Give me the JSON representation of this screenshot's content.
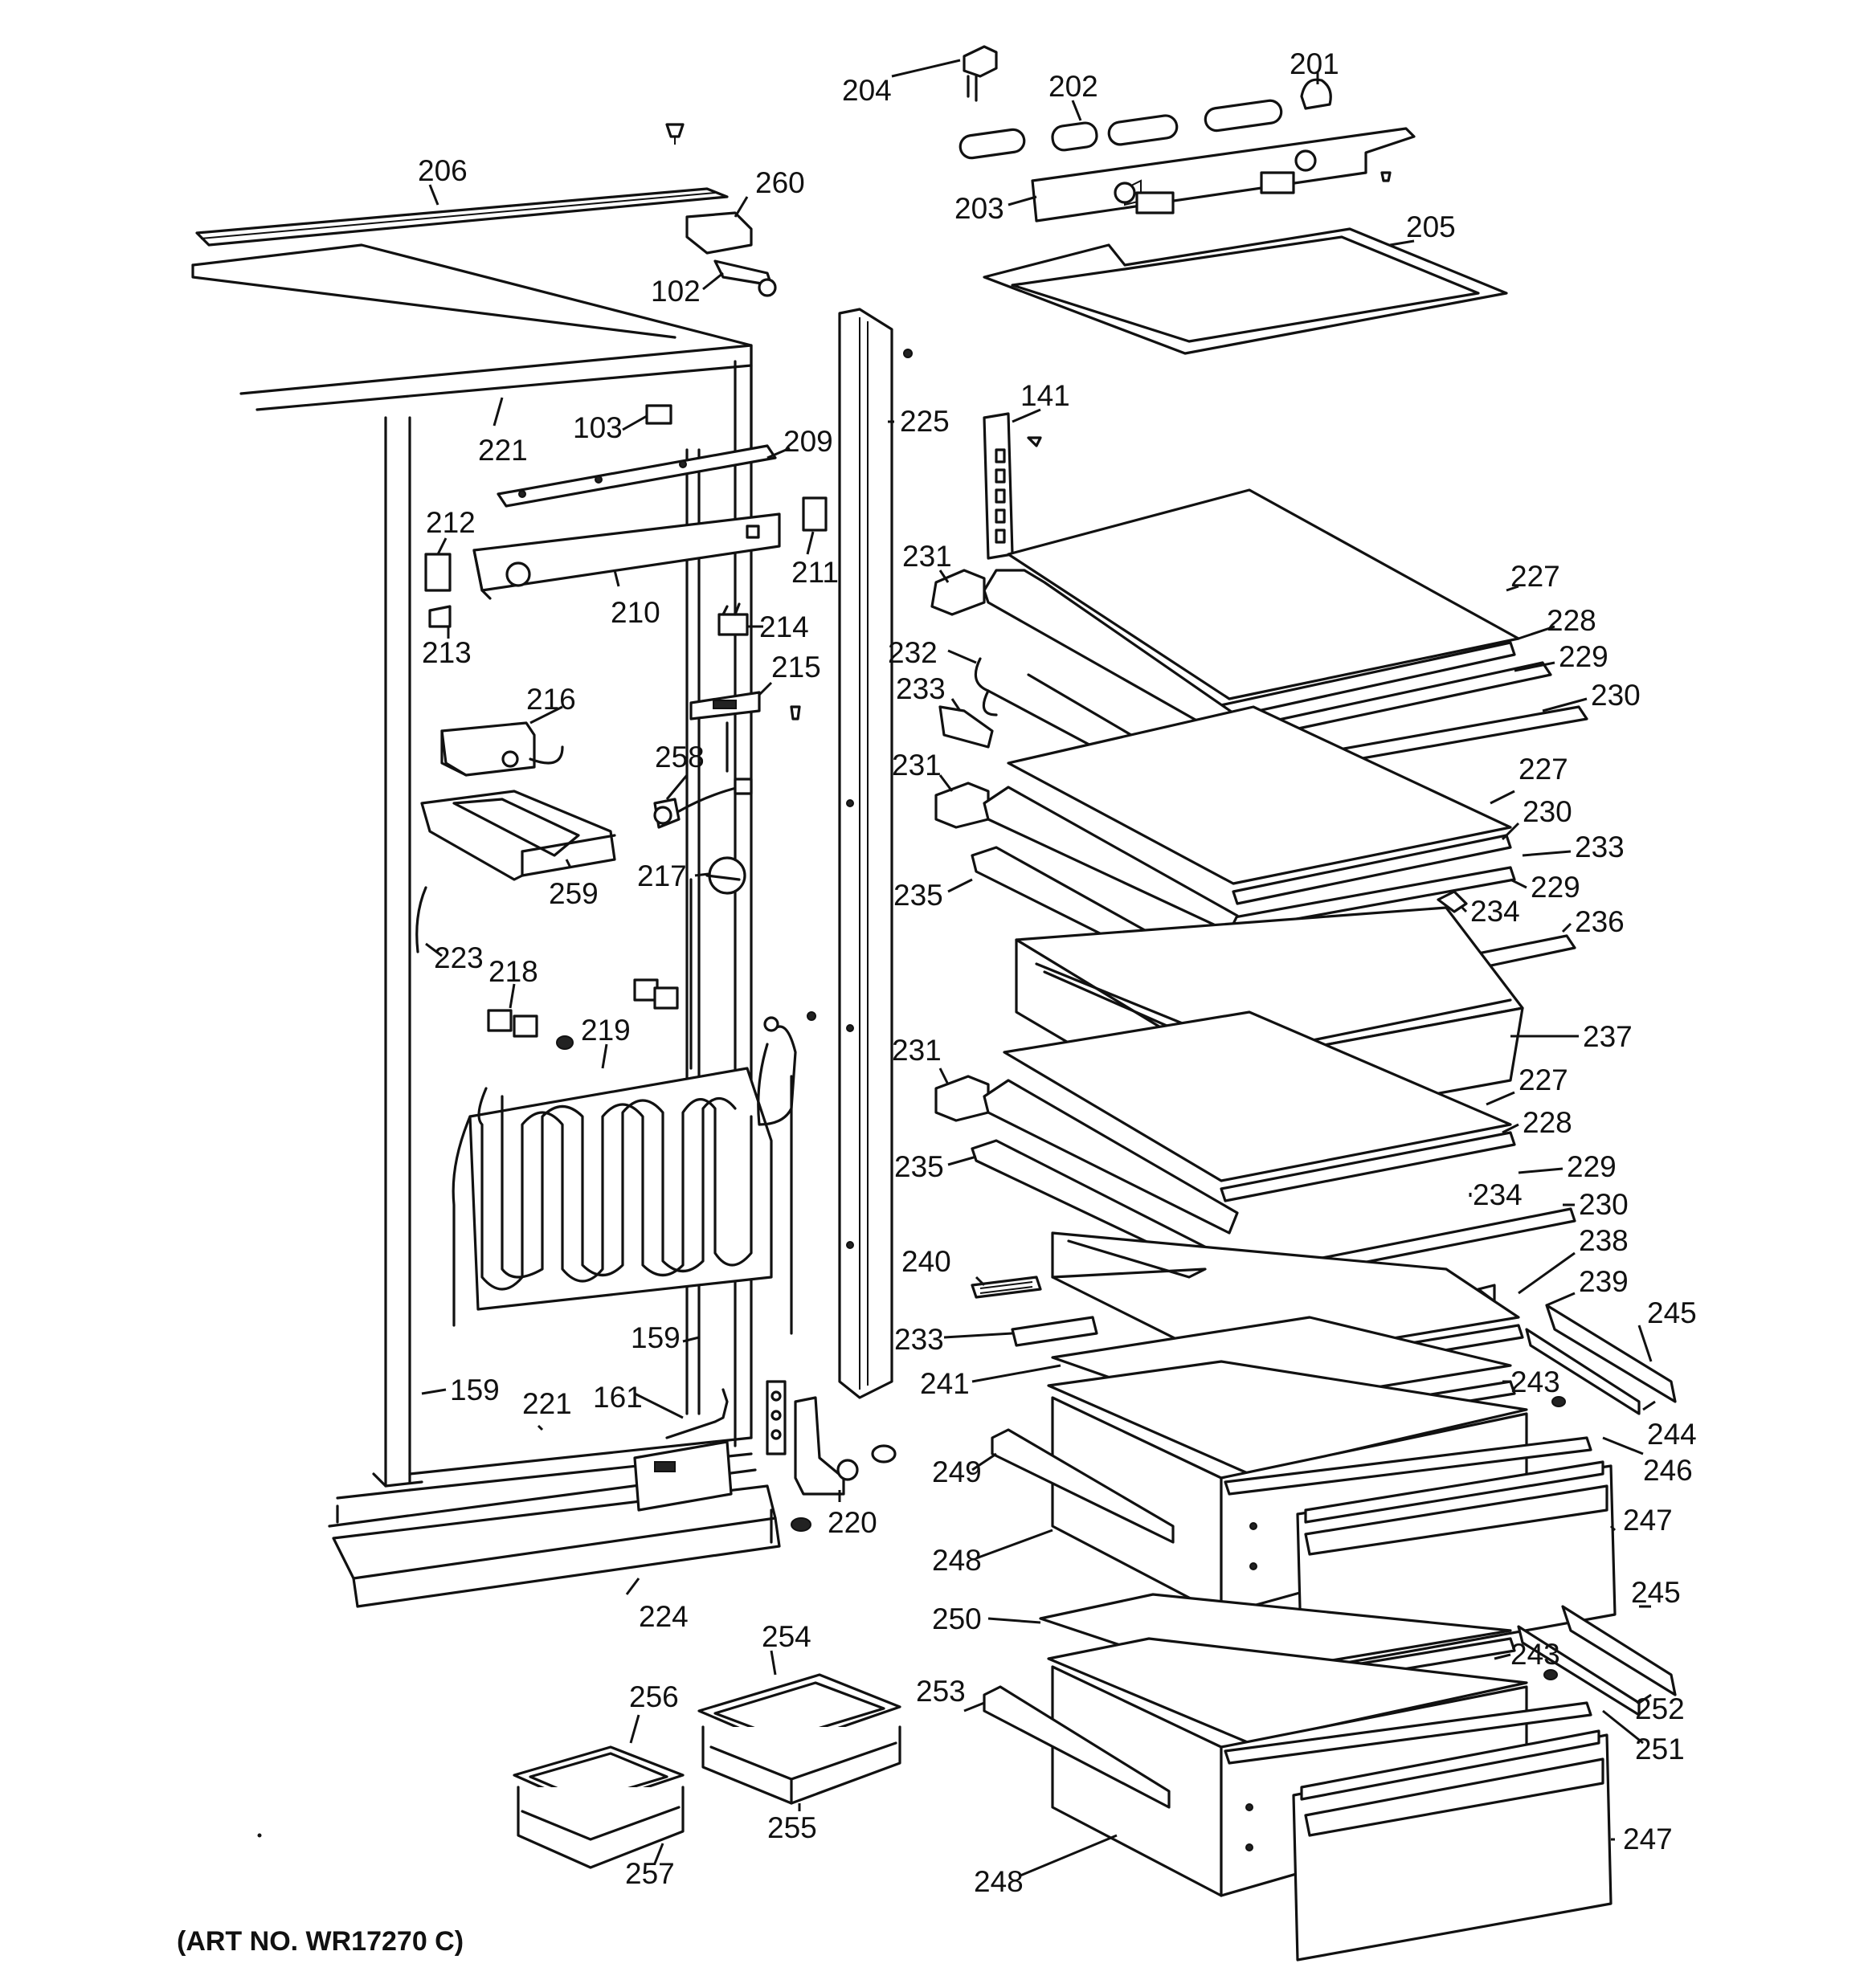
{
  "art_number": "(ART NO. WR17270 C)",
  "callouts": [
    {
      "id": "c201",
      "label": "201"
    },
    {
      "id": "c202",
      "label": "202"
    },
    {
      "id": "c203",
      "label": "203"
    },
    {
      "id": "c204",
      "label": "204"
    },
    {
      "id": "c205",
      "label": "205"
    },
    {
      "id": "c206",
      "label": "206"
    },
    {
      "id": "c260",
      "label": "260"
    },
    {
      "id": "c102",
      "label": "102"
    },
    {
      "id": "c103",
      "label": "103"
    },
    {
      "id": "c221a",
      "label": "221"
    },
    {
      "id": "c209",
      "label": "209"
    },
    {
      "id": "c225",
      "label": "225"
    },
    {
      "id": "c141",
      "label": "141"
    },
    {
      "id": "c212",
      "label": "212"
    },
    {
      "id": "c211",
      "label": "211"
    },
    {
      "id": "c210",
      "label": "210"
    },
    {
      "id": "c213",
      "label": "213"
    },
    {
      "id": "c214",
      "label": "214"
    },
    {
      "id": "c215",
      "label": "215"
    },
    {
      "id": "c216",
      "label": "216"
    },
    {
      "id": "c258",
      "label": "258"
    },
    {
      "id": "c217",
      "label": "217"
    },
    {
      "id": "c259",
      "label": "259"
    },
    {
      "id": "c223",
      "label": "223"
    },
    {
      "id": "c218",
      "label": "218"
    },
    {
      "id": "c219",
      "label": "219"
    },
    {
      "id": "c231a",
      "label": "231"
    },
    {
      "id": "c227a",
      "label": "227"
    },
    {
      "id": "c228a",
      "label": "228"
    },
    {
      "id": "c232",
      "label": "232"
    },
    {
      "id": "c229a",
      "label": "229"
    },
    {
      "id": "c233a",
      "label": "233"
    },
    {
      "id": "c230a",
      "label": "230"
    },
    {
      "id": "c231b",
      "label": "231"
    },
    {
      "id": "c227b",
      "label": "227"
    },
    {
      "id": "c230b",
      "label": "230"
    },
    {
      "id": "c233b",
      "label": "233"
    },
    {
      "id": "c229b",
      "label": "229"
    },
    {
      "id": "c235a",
      "label": "235"
    },
    {
      "id": "c234a",
      "label": "234"
    },
    {
      "id": "c236",
      "label": "236"
    },
    {
      "id": "c237",
      "label": "237"
    },
    {
      "id": "c231c",
      "label": "231"
    },
    {
      "id": "c227c",
      "label": "227"
    },
    {
      "id": "c228b",
      "label": "228"
    },
    {
      "id": "c235b",
      "label": "235"
    },
    {
      "id": "c229c",
      "label": "229"
    },
    {
      "id": "c234b",
      "label": "234"
    },
    {
      "id": "c230c",
      "label": "230"
    },
    {
      "id": "c238",
      "label": "238"
    },
    {
      "id": "c240",
      "label": "240"
    },
    {
      "id": "c239",
      "label": "239"
    },
    {
      "id": "c245a",
      "label": "245"
    },
    {
      "id": "c159a",
      "label": "159"
    },
    {
      "id": "c233c",
      "label": "233"
    },
    {
      "id": "c241",
      "label": "241"
    },
    {
      "id": "c243a",
      "label": "243"
    },
    {
      "id": "c159b",
      "label": "159"
    },
    {
      "id": "c221b",
      "label": "221"
    },
    {
      "id": "c161",
      "label": "161"
    },
    {
      "id": "c244",
      "label": "244"
    },
    {
      "id": "c249",
      "label": "249"
    },
    {
      "id": "c246",
      "label": "246"
    },
    {
      "id": "c220",
      "label": "220"
    },
    {
      "id": "c247a",
      "label": "247"
    },
    {
      "id": "c248a",
      "label": "248"
    },
    {
      "id": "c224",
      "label": "224"
    },
    {
      "id": "c250",
      "label": "250"
    },
    {
      "id": "c245b",
      "label": "245"
    },
    {
      "id": "c254",
      "label": "254"
    },
    {
      "id": "c243b",
      "label": "243"
    },
    {
      "id": "c256",
      "label": "256"
    },
    {
      "id": "c253",
      "label": "253"
    },
    {
      "id": "c252",
      "label": "252"
    },
    {
      "id": "c251",
      "label": "251"
    },
    {
      "id": "c255",
      "label": "255"
    },
    {
      "id": "c247b",
      "label": "247"
    },
    {
      "id": "c257",
      "label": "257"
    },
    {
      "id": "c248b",
      "label": "248"
    }
  ]
}
